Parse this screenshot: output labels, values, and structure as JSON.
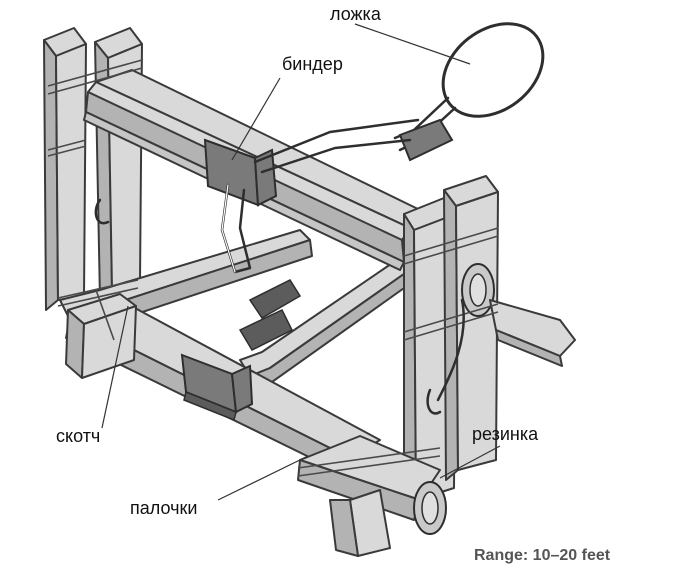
{
  "labels": {
    "spoon": "ложка",
    "binder": "биндер",
    "tape": "скотч",
    "rubber_band": "резинка",
    "sticks": "палочки"
  },
  "range_note": "Range: 10–20 feet"
}
